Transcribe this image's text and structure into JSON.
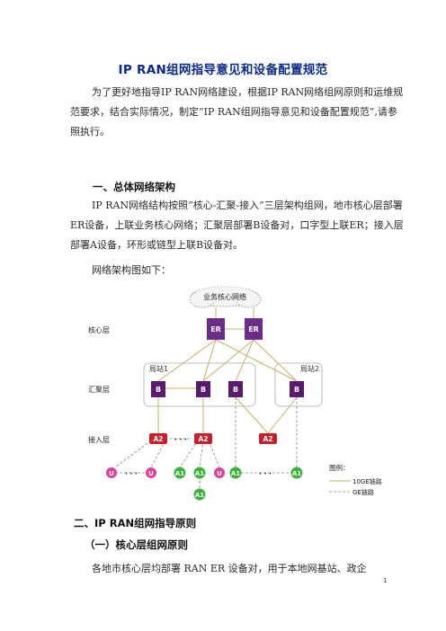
{
  "title": "IP RAN组网指导意见和设备配置规范",
  "intro": "为了更好地指导IP RAN网络建设，根据IP RAN网络组网原则和运维规范要求，结合实际情况，制定“IP RAN组网指导意见和设备配置规范”,请参照执行。",
  "section1": {
    "heading": "一、总体网络架构",
    "body": "IP RAN网络结构按照“核心-汇聚-接入”三层架构组网，地市核心层部署ER设备，上联业务核心网络；汇聚层部署B设备对，口字型上联ER；接入层部署A设备，环形或链型上联B设备对。",
    "diagram_caption": "网络架构图如下："
  },
  "diagram": {
    "cloud_label": "业务核心网络",
    "layer_core": "核心层",
    "layer_agg": "汇聚层",
    "layer_access": "接入层",
    "site1": "局站1",
    "site2": "局站2",
    "er": "ER",
    "b": "B",
    "a2": "A2",
    "a1": "A1",
    "u": "U",
    "dots": "• • •",
    "legend_title": "图例：",
    "legend_10ge": "10GE链路",
    "legend_ge": "GE链路",
    "colors": {
      "er": "#6b2d8a",
      "b": "#5a1a6e",
      "a2": "#c8202a",
      "a1": "#3cb43c",
      "u": "#e040a0",
      "link_10ge": "#c8b060",
      "link_ge": "#888888"
    }
  },
  "section2": {
    "heading": "二、IP RAN组网指导原则",
    "sub_heading": "（一）核心层组网原则",
    "body_start": "各地市核心层均部署 RAN ER 设备对，用于本地网基站、政企"
  },
  "page_number": "1"
}
